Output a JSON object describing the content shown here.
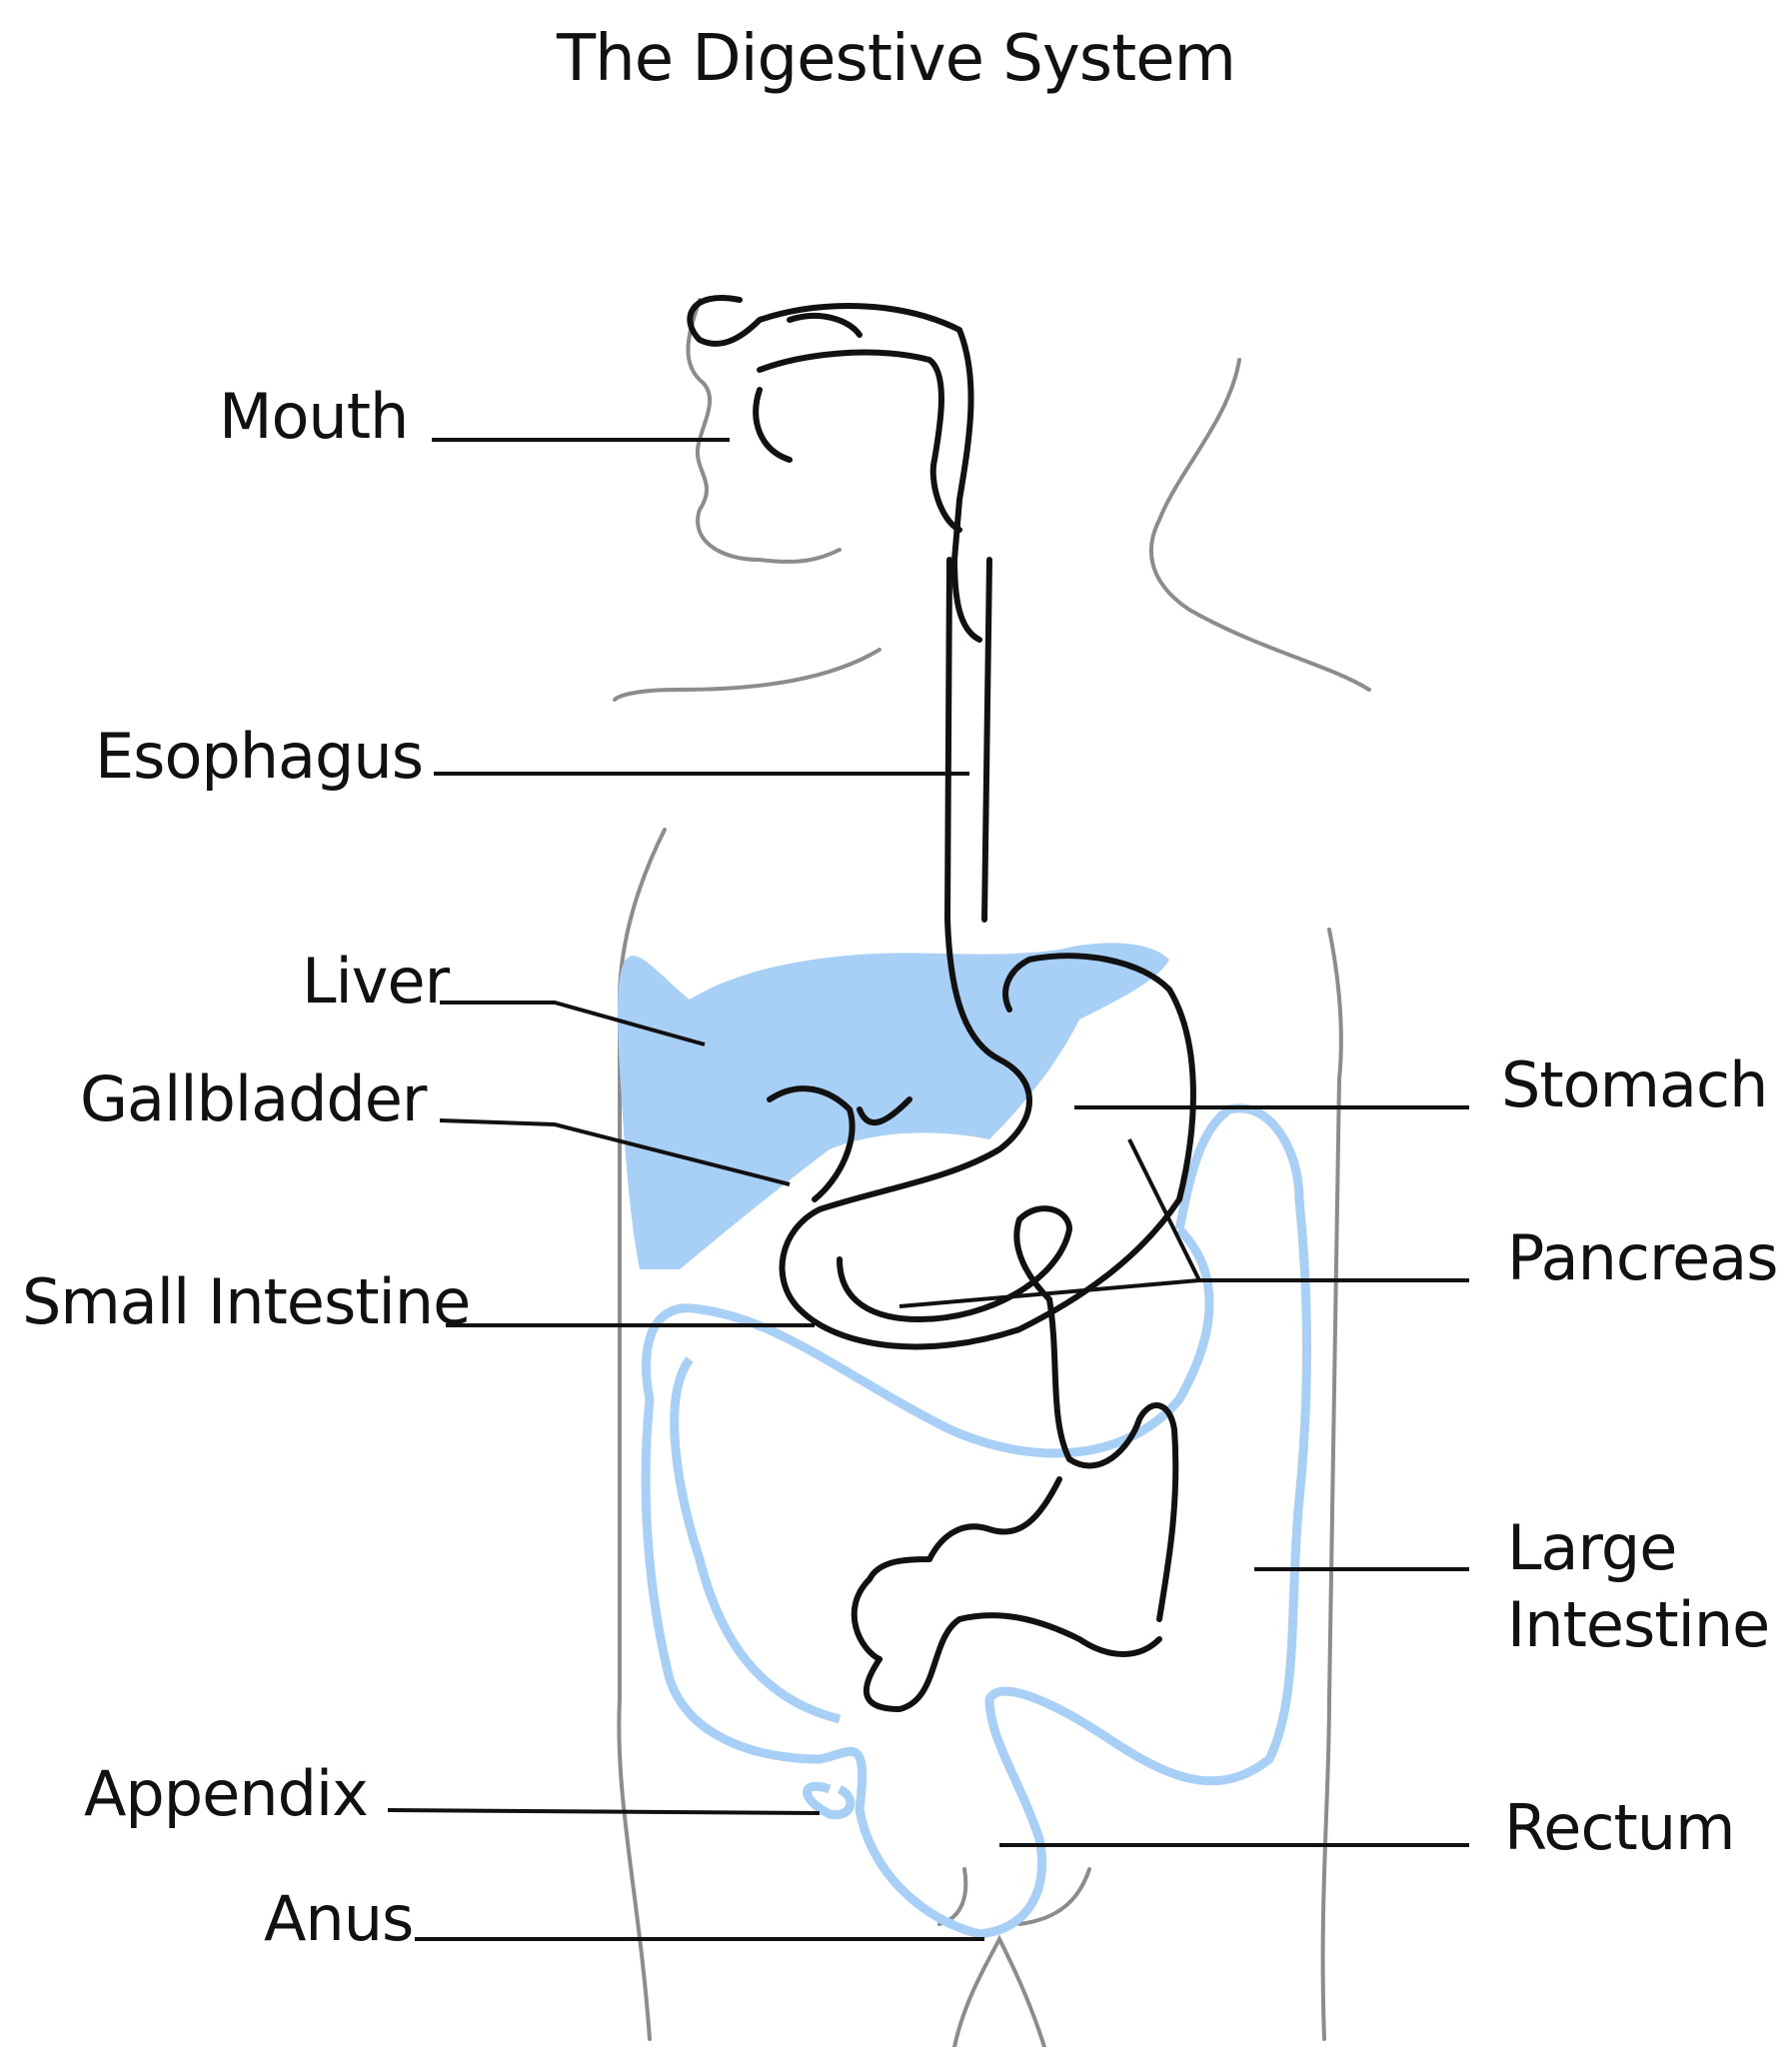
{
  "title": "The Digestive System",
  "colors": {
    "organ_fill": "#a8cff5",
    "intestine_line": "#a8cff5",
    "body_outline": "#8c8c8c",
    "ink": "#111111"
  },
  "labels": {
    "mouth": "Mouth",
    "esophagus": "Esophagus",
    "liver": "Liver",
    "gallbladder": "Gallbladder",
    "small_intestine": "Small Intestine",
    "appendix": "Appendix",
    "anus": "Anus",
    "stomach": "Stomach",
    "pancreas": "Pancreas",
    "large_intestine_line1": "Large",
    "large_intestine_line2": "Intestine",
    "rectum": "Rectum"
  }
}
